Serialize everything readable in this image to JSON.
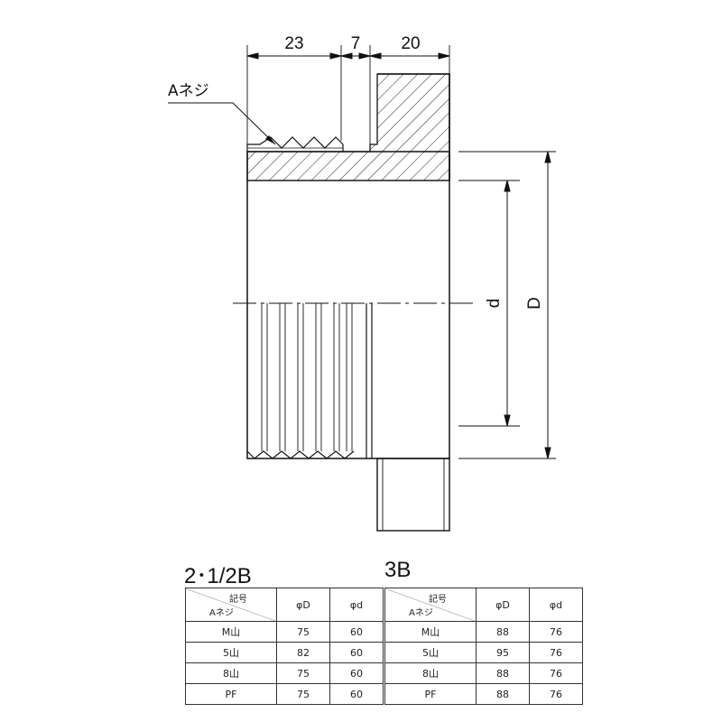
{
  "drawing": {
    "dims": {
      "a": "23",
      "b": "7",
      "c": "20",
      "d": "d",
      "D": "D"
    },
    "callout": "Aネジ"
  },
  "tables": [
    {
      "title": "2･1/2B",
      "header": {
        "corner_top": "記号",
        "corner_bottom": "Aネジ",
        "col1": "φD",
        "col2": "φd"
      },
      "rows": [
        {
          "thread": "M山",
          "D": "75",
          "d": "60"
        },
        {
          "thread": "5山",
          "D": "82",
          "d": "60"
        },
        {
          "thread": "8山",
          "D": "75",
          "d": "60"
        },
        {
          "thread": "PF",
          "D": "75",
          "d": "60"
        }
      ]
    },
    {
      "title": "3B",
      "header": {
        "corner_top": "記号",
        "corner_bottom": "Aネジ",
        "col1": "φD",
        "col2": "φd"
      },
      "rows": [
        {
          "thread": "M山",
          "D": "88",
          "d": "76"
        },
        {
          "thread": "5山",
          "D": "95",
          "d": "76"
        },
        {
          "thread": "8山",
          "D": "88",
          "d": "76"
        },
        {
          "thread": "PF",
          "D": "88",
          "d": "76"
        }
      ]
    }
  ]
}
